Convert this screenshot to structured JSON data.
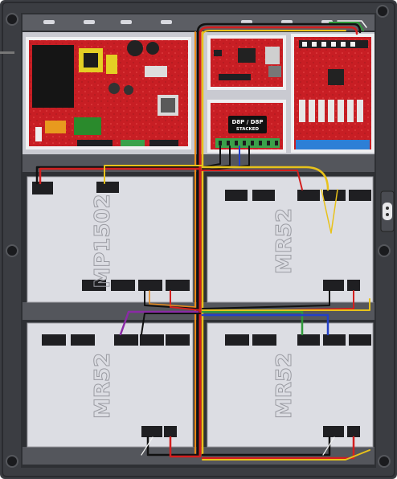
{
  "enclosure": {
    "colors": {
      "cabinet": "#3b3d42",
      "panel": "#d8d9df",
      "board_red": "#c81e24",
      "board_red_dark": "#8e1418",
      "module_plate": "#dcdde3",
      "terminal": "#1f1f22",
      "terminal_blue": "#2d7fd6",
      "terminal_green": "#3aa14a"
    },
    "boards": {
      "power_supply": {
        "name": "power-supply-board"
      },
      "controller": {
        "name": "controller-board"
      },
      "dbp_board": {
        "name": "dbp-stacked-board",
        "label_line1": "D8P / D8P",
        "label_line2": "STACKED"
      },
      "relay_board": {
        "name": "relay-output-board"
      }
    },
    "modules": [
      {
        "id": "module-top-left",
        "label": "MP1502"
      },
      {
        "id": "module-top-right",
        "label": "MR52"
      },
      {
        "id": "module-bottom-left",
        "label": "MR52"
      },
      {
        "id": "module-bottom-right",
        "label": "MR52"
      }
    ],
    "wires": {
      "red": "#d31f1f",
      "black": "#111111",
      "yellow": "#e8c21a",
      "orange": "#e88a1a",
      "purple": "#8a2aa5",
      "green": "#2f9a3a",
      "blue": "#2340c8",
      "white": "#f2f2f2"
    }
  }
}
